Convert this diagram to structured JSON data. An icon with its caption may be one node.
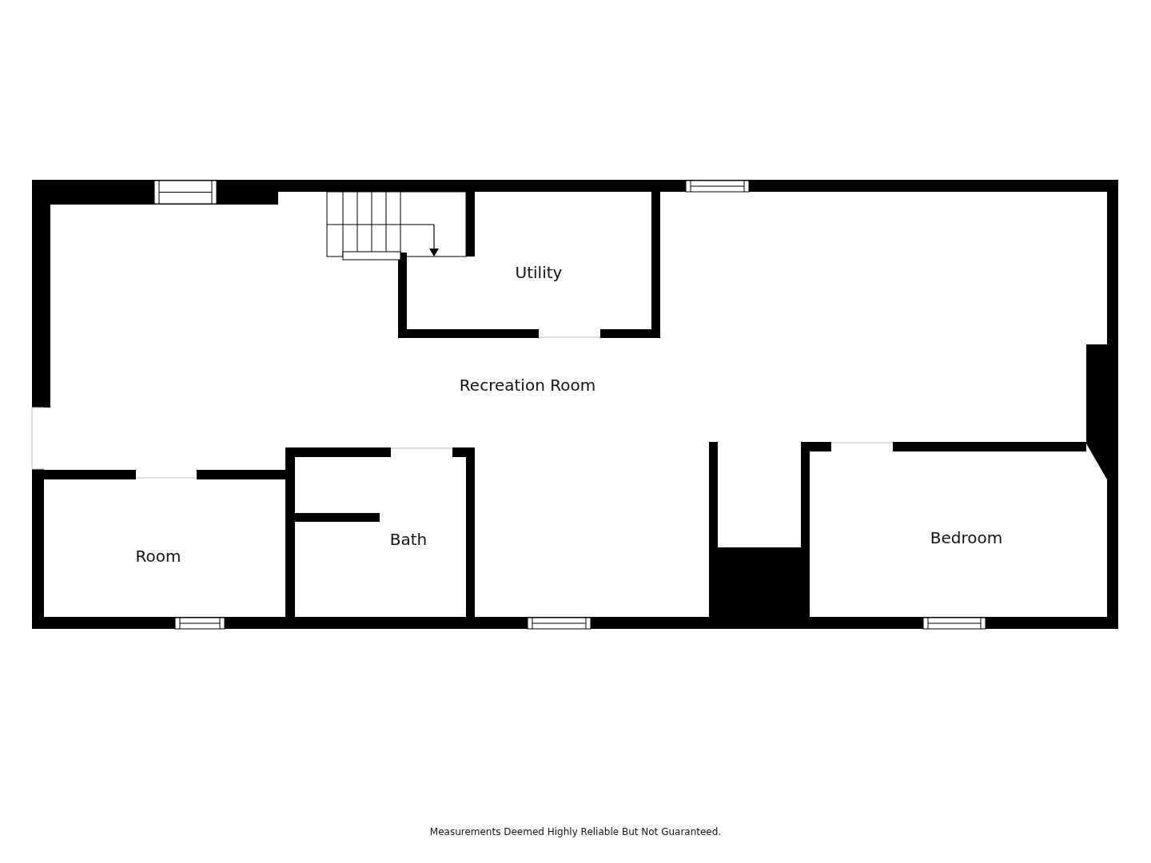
{
  "diagram": {
    "caption": "Measurements Deemed Highly Reliable But Not Guaranteed.",
    "nodes": [
      {
        "text": [
          "Utility"
        ]
      },
      {
        "text": [
          "Recreation Room"
        ]
      },
      {
        "text": [
          "Room"
        ]
      },
      {
        "text": [
          "Bath"
        ]
      },
      {
        "text": [
          "Bedroom"
        ]
      }
    ]
  }
}
